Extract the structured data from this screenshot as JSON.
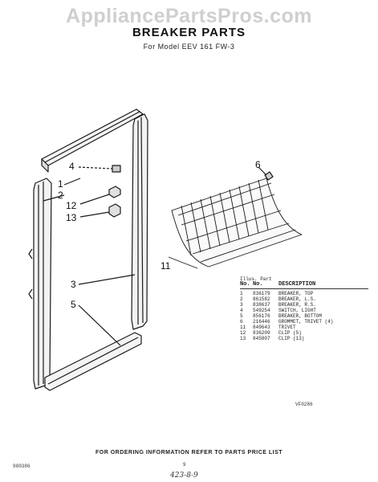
{
  "watermark": "AppliancePartsPros.com",
  "title": "BREAKER PARTS",
  "subtitle": "For Model EEV 161 FW-3",
  "callouts": [
    "4",
    "1",
    "2",
    "12",
    "13",
    "3",
    "5",
    "6",
    "11"
  ],
  "parts_table": {
    "header_top": "Illus. Part",
    "headers": [
      "No.",
      "No.",
      "DESCRIPTION"
    ],
    "rows": [
      {
        "illus": "1",
        "part": "836179",
        "desc": "BREAKER, TOP"
      },
      {
        "illus": "2",
        "part": "861582",
        "desc": "BREAKER, L.S."
      },
      {
        "illus": "3",
        "part": "838637",
        "desc": "BREAKER, R.S."
      },
      {
        "illus": "4",
        "part": "549254",
        "desc": "SWITCH, LIGHT"
      },
      {
        "illus": "5",
        "part": "856176",
        "desc": "BREAKER, BOTTOM"
      },
      {
        "illus": "6",
        "part": "216446",
        "desc": "GROMMET, TRIVET (4)"
      },
      {
        "illus": "11",
        "part": "849643",
        "desc": "TRIVET"
      },
      {
        "illus": "12",
        "part": "836209",
        "desc": "CLIP (5)"
      },
      {
        "illus": "13",
        "part": "845807",
        "desc": "CLIP (13)"
      }
    ]
  },
  "drawing_ref": "VF0286",
  "footer": "FOR ORDERING INFORMATION REFER TO PARTS PRICE LIST",
  "doc_id": "980386",
  "page_number": "9",
  "handwritten_note": "423-8-9"
}
